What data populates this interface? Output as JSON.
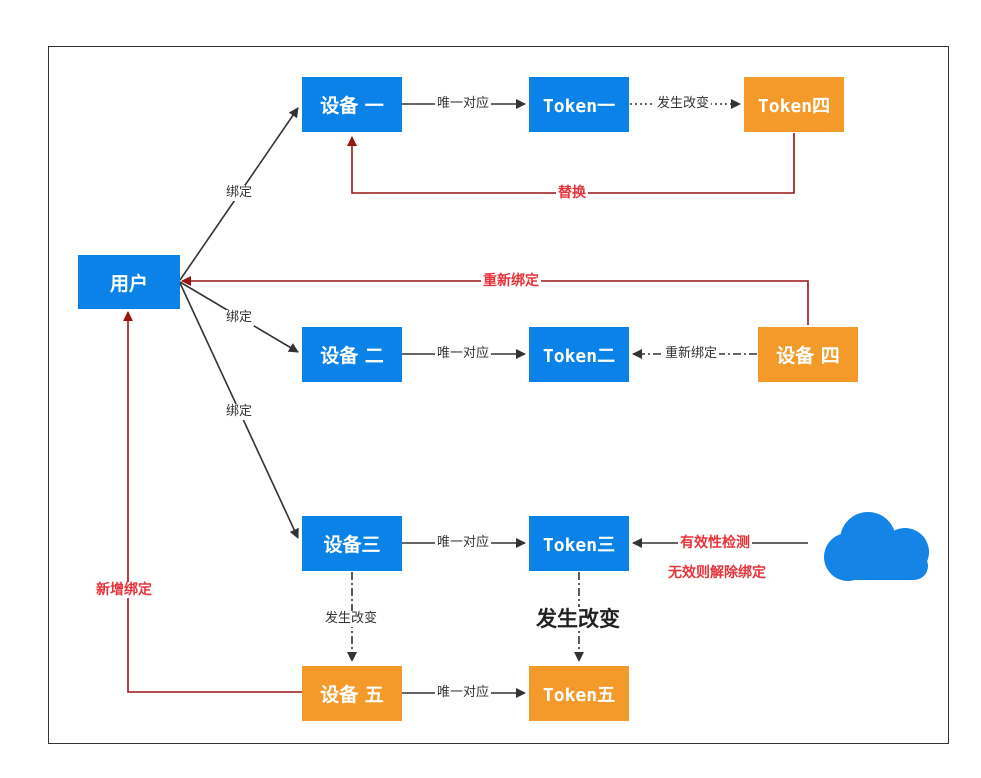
{
  "nodes": {
    "user": "用户",
    "device1": "设备 一",
    "device2": "设备 二",
    "device3": "设备三",
    "device4": "设备 四",
    "device5": "设备 五",
    "token1": "Token一",
    "token2": "Token二",
    "token3": "Token三",
    "token4": "Token四",
    "token5": "Token五"
  },
  "labels": {
    "bind1": "绑定",
    "bind2": "绑定",
    "bind3": "绑定",
    "one_to_one_1": "唯一对应",
    "one_to_one_2": "唯一对应",
    "one_to_one_3": "唯一对应",
    "one_to_one_5": "唯一对应",
    "changed_1": "发生改变",
    "replace": "替换",
    "rebind_red": "重新绑定",
    "rebind_gray": "重新绑定",
    "validity_check": "有效性检测",
    "invalid_unbind": "无效则解除绑定",
    "changed_device": "发生改变",
    "changed_token": "发生改变",
    "new_binding": "新增绑定"
  },
  "colors": {
    "blue_node": "#0a82e8",
    "orange_node": "#f39a2b",
    "dark_red_line": "#9b1414",
    "red_text": "#e8333a",
    "cloud": "#1485e6"
  }
}
